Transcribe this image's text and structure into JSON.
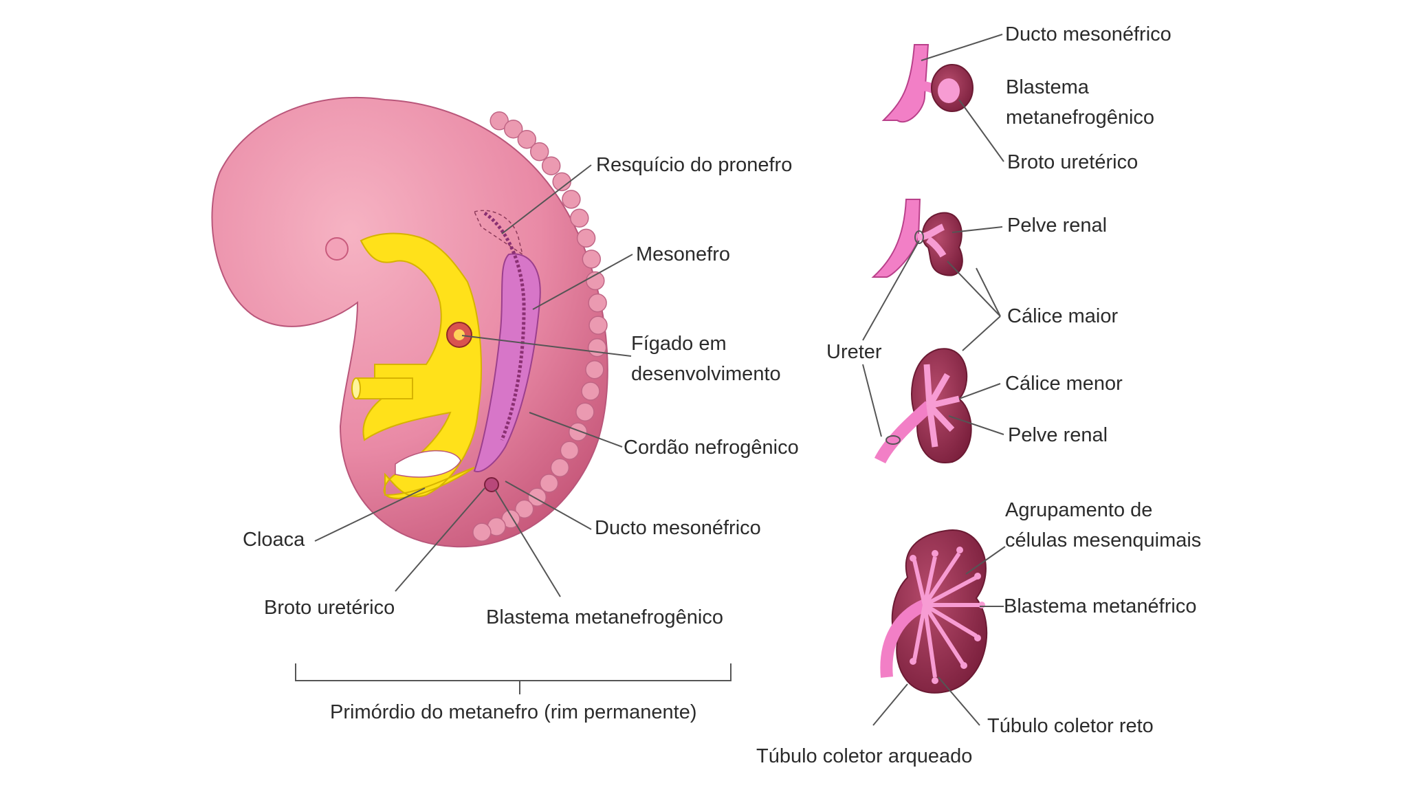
{
  "embryo": {
    "pronephros_remnant": "Resquício do pronefro",
    "mesonephros": "Mesonefro",
    "liver_line1": "Fígado em",
    "liver_line2": "desenvolvimento",
    "nephrogenic_cord": "Cordão nefrogênico",
    "mesonephric_duct": "Ducto mesonéfrico",
    "cloaca": "Cloaca",
    "ureteric_bud": "Broto uretérico",
    "metanephrogenic_blastema": "Blastema metanefrogênico",
    "bracket_caption": "Primórdio do metanefro (rim permanente)"
  },
  "stage1": {
    "mesonephric_duct": "Ducto mesonéfrico",
    "blastema_line1": "Blastema",
    "blastema_line2": "metanefrogênico",
    "ureteric_bud": "Broto uretérico"
  },
  "stage2": {
    "renal_pelvis": "Pelve renal",
    "major_calyx": "Cálice maior",
    "ureter": "Ureter"
  },
  "stage3": {
    "minor_calyx": "Cálice menor",
    "renal_pelvis": "Pelve renal"
  },
  "stage4": {
    "cluster_line1": "Agrupamento de",
    "cluster_line2": "células mesenquimais",
    "metanephric_blastema": "Blastema metanéfrico",
    "straight_tubule": "Túbulo coletor reto",
    "arched_tubule": "Túbulo coletor arqueado"
  },
  "colors": {
    "embryo_pink": "#e98aa6",
    "embryo_dark": "#c85a7c",
    "yellow_gut": "#ffe11a",
    "mesonephros_purple": "#d776c8",
    "kidney_dark": "#8c2a48",
    "ureter_pink": "#f27fc6",
    "line": "#555555"
  }
}
